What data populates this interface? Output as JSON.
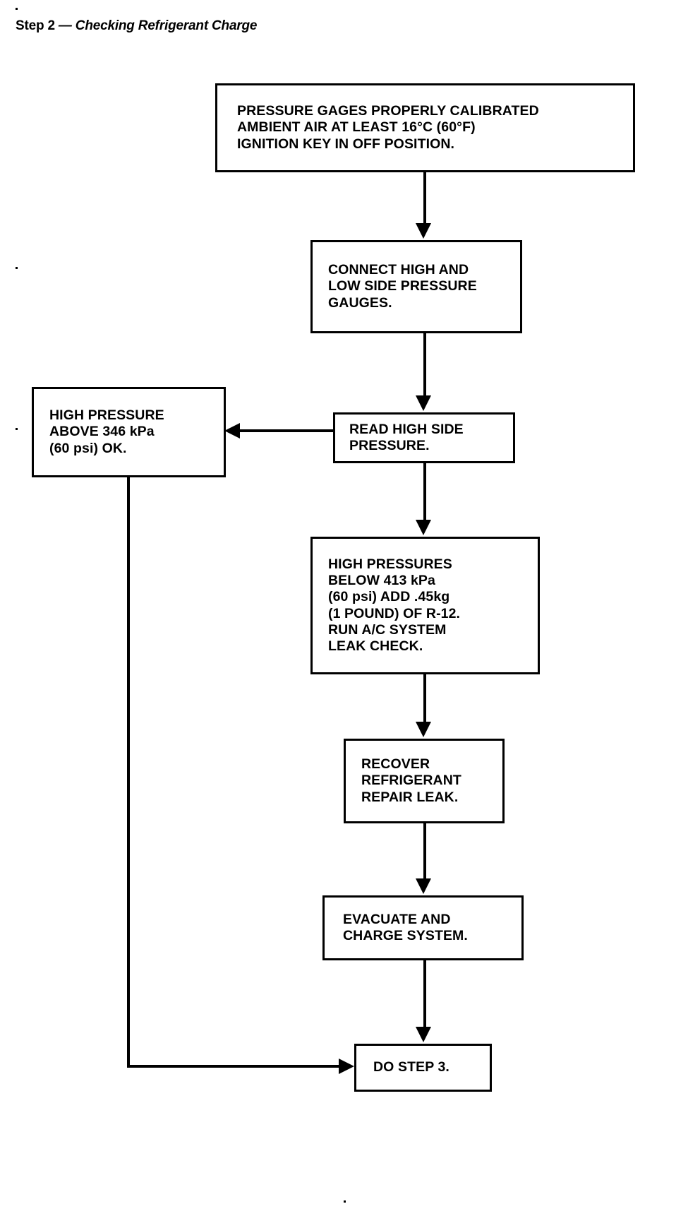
{
  "page": {
    "title_step": "Step 2",
    "title_dash": " — ",
    "title_subject": "Checking Refrigerant Charge",
    "background": "#ffffff",
    "ink": "#000000"
  },
  "flowchart": {
    "type": "process-flow",
    "orientation": "top-to-bottom",
    "nodes": [
      {
        "id": "prep",
        "shape": "rectangle",
        "text": "PRESSURE GAGES PROPERLY CALIBRATED\nAMBIENT AIR AT LEAST 16°C (60°F)\nIGNITION KEY IN OFF POSITION."
      },
      {
        "id": "connect-gauges",
        "shape": "rectangle",
        "text": "CONNECT HIGH AND\nLOW SIDE PRESSURE\nGAUGES."
      },
      {
        "id": "read-high-side",
        "shape": "rectangle",
        "text": "READ HIGH SIDE\nPRESSURE."
      },
      {
        "id": "pressure-ok",
        "shape": "rectangle",
        "text": "HIGH PRESSURE\nABOVE 346 kPa\n(60 psi) OK."
      },
      {
        "id": "pressure-low",
        "shape": "rectangle",
        "text": "HIGH PRESSURES\nBELOW 413 kPa\n(60 psi) ADD .45kg\n(1 POUND) OF R-12.\nRUN A/C SYSTEM\nLEAK CHECK."
      },
      {
        "id": "recover-refrigerant",
        "shape": "rectangle",
        "text": "RECOVER\nREFRIGERANT\nREPAIR LEAK."
      },
      {
        "id": "evacuate-charge",
        "shape": "rectangle",
        "text": "EVACUATE AND\nCHARGE SYSTEM."
      },
      {
        "id": "do-step-3",
        "shape": "rectangle",
        "text": "DO STEP 3."
      }
    ],
    "edges": [
      {
        "from": "prep",
        "to": "connect-gauges",
        "direction": "down"
      },
      {
        "from": "connect-gauges",
        "to": "read-high-side",
        "direction": "down"
      },
      {
        "from": "read-high-side",
        "to": "pressure-ok",
        "direction": "left"
      },
      {
        "from": "read-high-side",
        "to": "pressure-low",
        "direction": "down"
      },
      {
        "from": "pressure-low",
        "to": "recover-refrigerant",
        "direction": "down"
      },
      {
        "from": "recover-refrigerant",
        "to": "evacuate-charge",
        "direction": "down"
      },
      {
        "from": "evacuate-charge",
        "to": "do-step-3",
        "direction": "down"
      },
      {
        "from": "pressure-ok",
        "to": "do-step-3",
        "direction": "down-then-right"
      }
    ]
  }
}
